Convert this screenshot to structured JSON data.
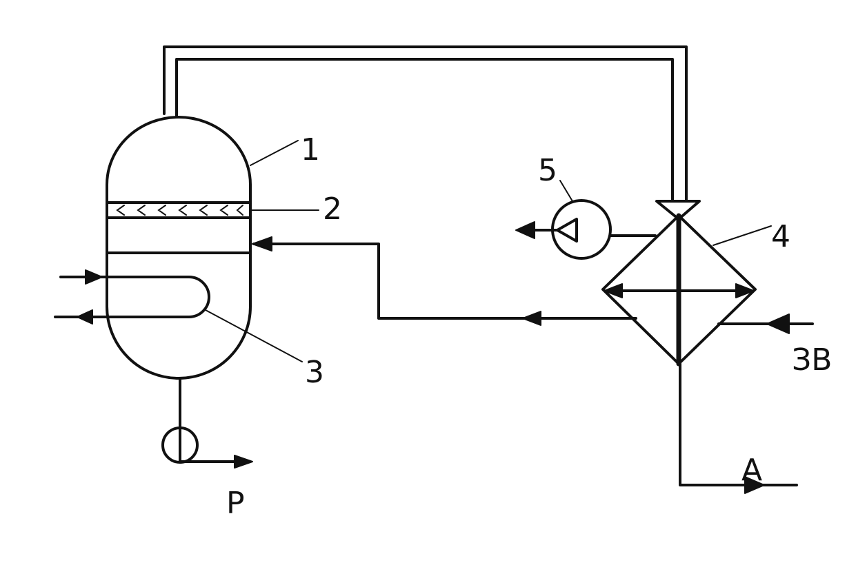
{
  "diagram": {
    "labels": {
      "vessel": "1",
      "packing": "2",
      "coil": "3",
      "exchanger": "4",
      "pump": "5",
      "product": "Р",
      "water_in": "ЗВ",
      "water_out": "А"
    }
  }
}
